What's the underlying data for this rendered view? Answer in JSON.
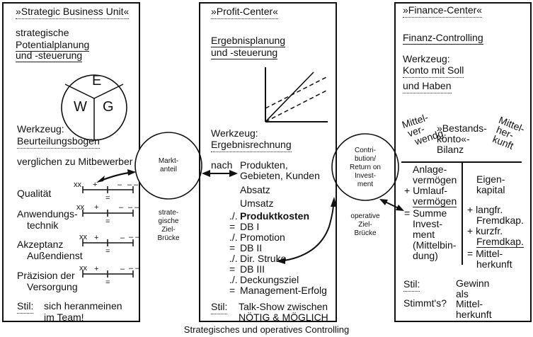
{
  "caption": "Strategisches und operatives Controlling",
  "sbu": {
    "title": "»Strategic Business Unit«",
    "subtitle_line1": "strategische",
    "subtitle_line2": "Potentialplanung",
    "subtitle_line3": "und -steuerung",
    "wheel": [
      "E",
      "W",
      "G"
    ],
    "tool_label": "Werkzeug:",
    "tool_name": "Beurteilungsbogen",
    "compare": "verglichen zu Mitbewerber",
    "scale_marks": [
      "xx",
      "+",
      "=",
      "–",
      "– –"
    ],
    "criteria": [
      {
        "line1": "Qualität",
        "line2": ""
      },
      {
        "line1": "Anwendungs-",
        "line2": "technik"
      },
      {
        "line1": "Akzeptanz",
        "line2": "Außendienst"
      },
      {
        "line1": "Präzision der",
        "line2": "Versorgung"
      }
    ],
    "style_label": "Stil:",
    "style_line1": "sich heranmeinen",
    "style_line2": "im Team!"
  },
  "bridge1": {
    "circle_line1": "Markt-",
    "circle_line2": "anteil",
    "label": [
      "strate-",
      "gische",
      "Ziel-",
      "Brücke"
    ]
  },
  "profit": {
    "title": "»Profit-Center«",
    "subtitle_line1": "Ergebnisplanung",
    "subtitle_line2": "und -steuerung",
    "tool_label": "Werkzeug:",
    "tool_name": "Ergebnisrechnung",
    "nach": "nach",
    "dims_line1": "Produkten,",
    "dims_line2": "Gebieten, Kunden",
    "rows": [
      {
        "prefix": "",
        "text": "Absatz",
        "bold": false
      },
      {
        "prefix": "",
        "text": "Umsatz",
        "bold": false
      },
      {
        "prefix": "./.",
        "text": "Produktkosten",
        "bold": true
      },
      {
        "prefix": "=",
        "text": "DB I",
        "bold": false
      },
      {
        "prefix": "./.",
        "text": "Promotion",
        "bold": false
      },
      {
        "prefix": "=",
        "text": "DB II",
        "bold": false
      },
      {
        "prefix": "./.",
        "text": "Dir. Struko",
        "bold": false
      },
      {
        "prefix": "=",
        "text": "DB III",
        "bold": false
      },
      {
        "prefix": "./.",
        "text": "Deckungsziel",
        "bold": false
      },
      {
        "prefix": "=",
        "text": "Management-Erfolg",
        "bold": false
      }
    ],
    "style_label": "Stil:",
    "style_line1": "Talk-Show zwischen",
    "style_line2": "NÖTIG & MÖGLICH"
  },
  "bridge2": {
    "circle_lines": [
      "Contri-",
      "bution/",
      "Return on",
      "Invest-",
      "ment"
    ],
    "label": [
      "operative",
      "Ziel-",
      "Brücke"
    ]
  },
  "finance": {
    "title": "»Finance-Center«",
    "subtitle": "Finanz-Controlling",
    "tool_label": "Werkzeug:",
    "tool_line1": "Konto mit Soll",
    "tool_line2": "und Haben",
    "left_rot": [
      "Mittel-",
      "ver-",
      "wendg."
    ],
    "center": [
      "»Bestands-",
      "konto«-",
      "Bilanz"
    ],
    "right_rot": [
      "Mittel-",
      "her-",
      "kunft"
    ],
    "assets": [
      "Anlage-",
      "vermögen",
      "+ Umlauf-",
      "vermögen",
      "= Summe",
      "Invest-",
      "ment",
      "(Mittelbin-",
      "dung)"
    ],
    "liabilities": [
      "Eigen-",
      "kapital",
      "+ langfr.",
      "Fremdkap.",
      "+ kurzfr.",
      "Fremdkap.",
      "= Mittel-",
      "herkunft"
    ],
    "style_label": "Stil:",
    "question": "Stimmt's?",
    "answer": [
      "Gewinn",
      "als",
      "Mittel-",
      "herkunft"
    ]
  }
}
